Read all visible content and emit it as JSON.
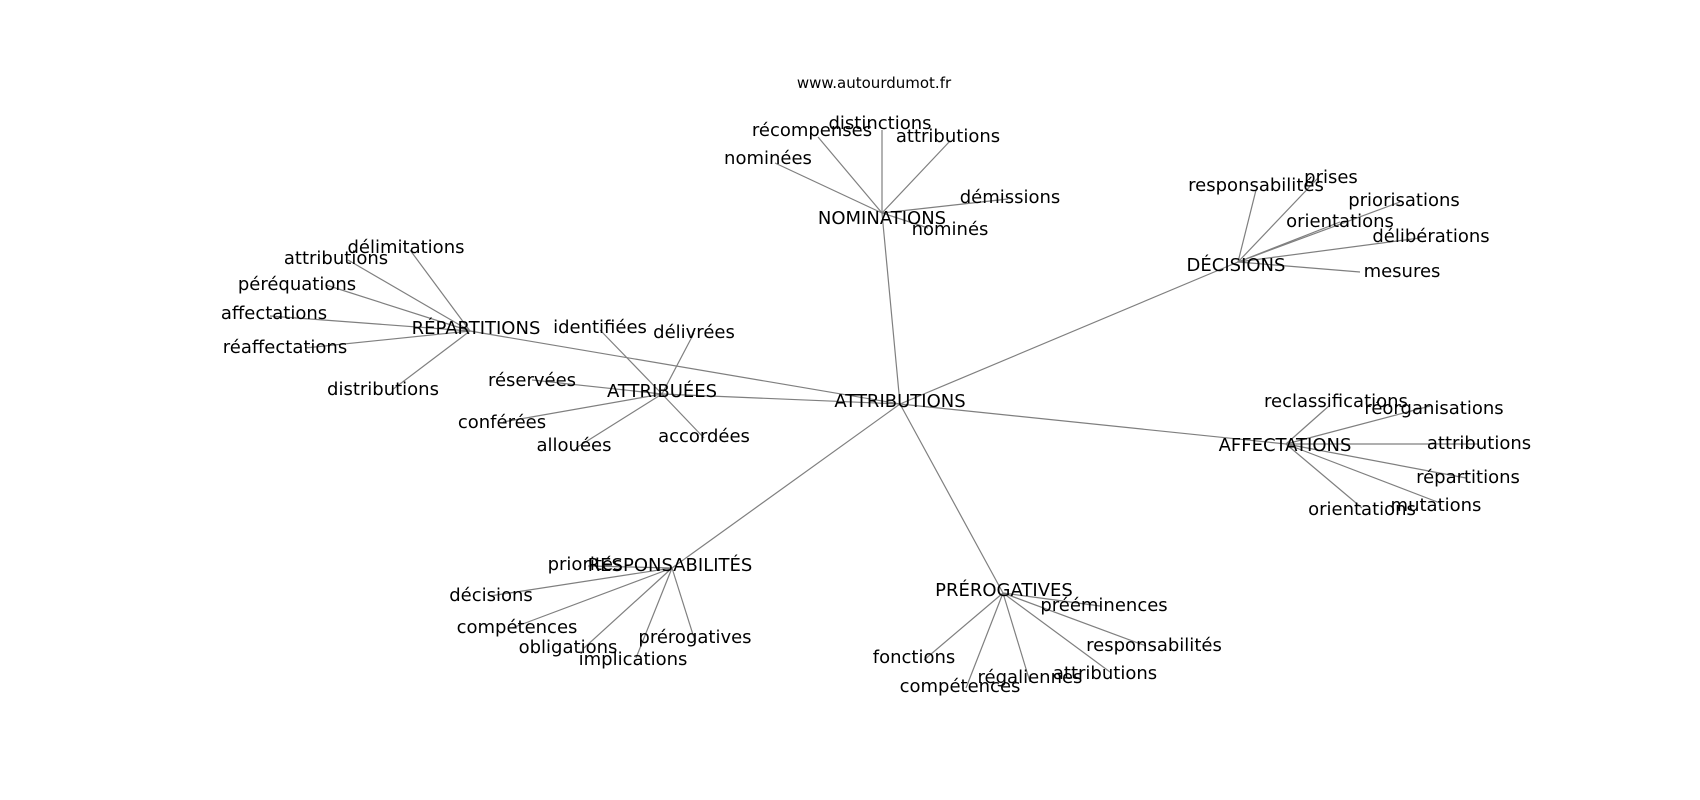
{
  "source": "www.autourdumot.fr",
  "center": "ATTRIBUTIONS",
  "groups": [
    {
      "hub": "NOMINATIONS",
      "words": [
        "nominées",
        "récompenses",
        "distinctions",
        "attributions",
        "démissions",
        "nominés"
      ]
    },
    {
      "hub": "DÉCISIONS",
      "words": [
        "responsabilités",
        "prises",
        "priorisations",
        "orientations",
        "délibérations",
        "mesures"
      ]
    },
    {
      "hub": "RÉPARTITIONS",
      "words": [
        "délimitations",
        "attributions",
        "péréquations",
        "affectations",
        "réaffectations",
        "distributions"
      ]
    },
    {
      "hub": "ATTRIBUÉES",
      "words": [
        "identifiées",
        "délivrées",
        "réservées",
        "conférées",
        "allouées",
        "accordées"
      ]
    },
    {
      "hub": "AFFECTATIONS",
      "words": [
        "reclassifications",
        "réorganisations",
        "attributions",
        "répartitions",
        "mutations",
        "orientations"
      ]
    },
    {
      "hub": "RESPONSABILITÉS",
      "words": [
        "priorités",
        "décisions",
        "compétences",
        "obligations",
        "implications",
        "prérogatives"
      ]
    },
    {
      "hub": "PRÉROGATIVES",
      "words": [
        "prééminences",
        "responsabilités",
        "attributions",
        "régaliennes",
        "compétences",
        "fonctions"
      ]
    }
  ]
}
